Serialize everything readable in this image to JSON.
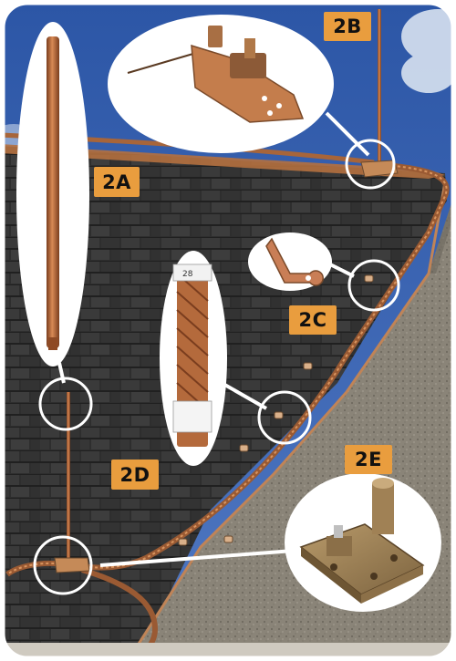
{
  "labels": {
    "ground_rod": "2A",
    "air_terminal_base": "2B",
    "cable_clip": "2C",
    "conductor_cable": "2D",
    "rod_clamp": "2E"
  },
  "product_markings": {
    "cable_tag": "28"
  },
  "colors": {
    "sky": "#3d64b3",
    "shingles": "#2b2b2b",
    "stucco_wall": "#8d877c",
    "copper": "#b8683a",
    "label_orange": "#e99d3e"
  }
}
